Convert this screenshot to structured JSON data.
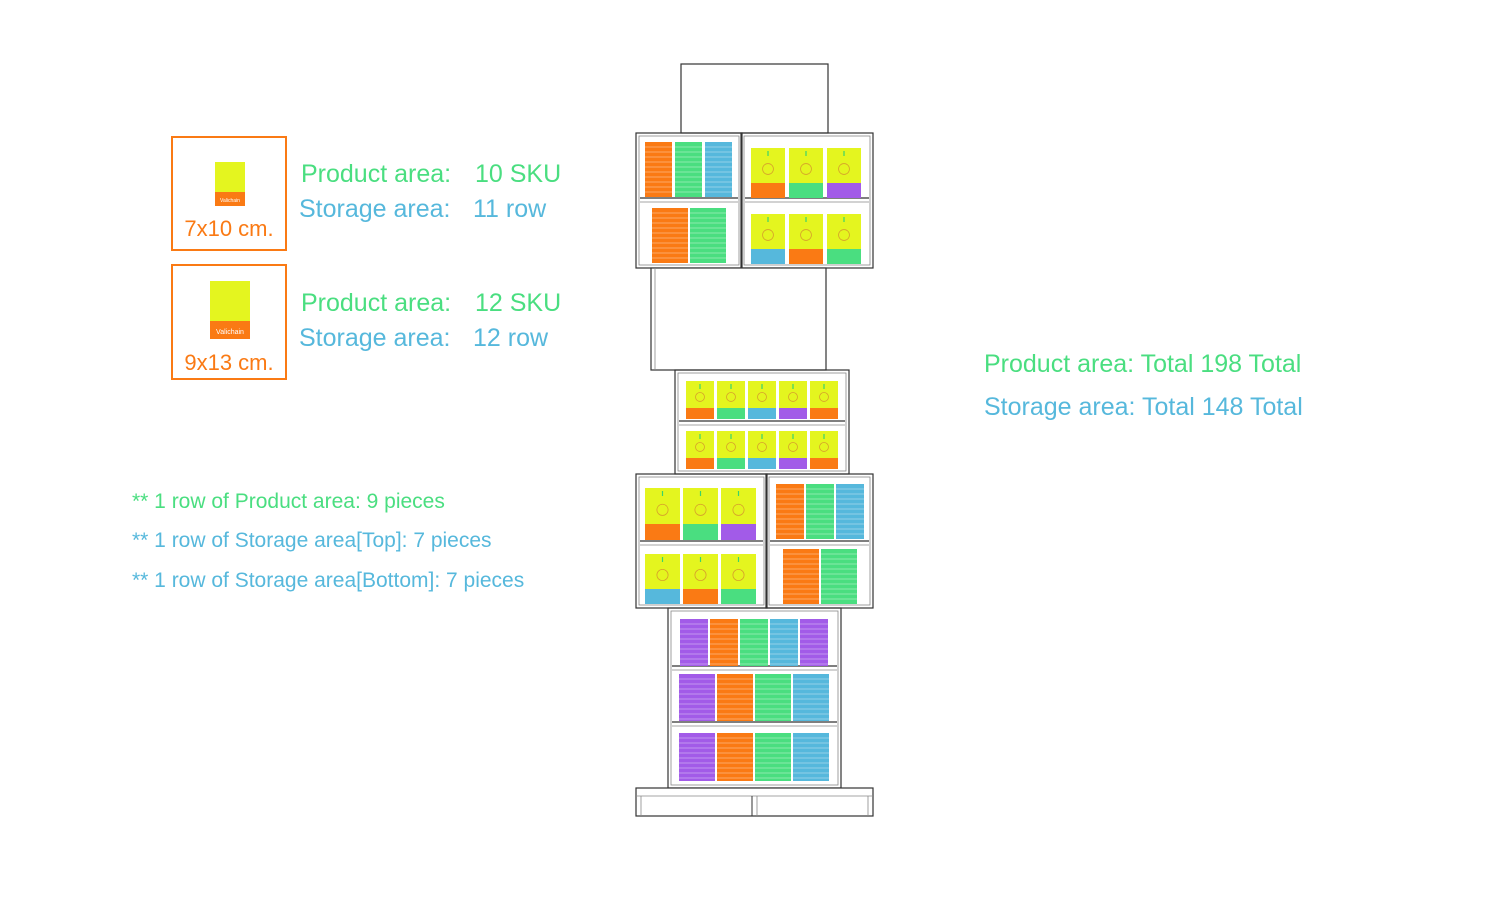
{
  "legend": {
    "small": {
      "size_label": "7x10 cm.",
      "product_label": "Product area:",
      "product_value": "10 SKU",
      "storage_label": "Storage area:",
      "storage_value": "11 row"
    },
    "large": {
      "size_label": "9x13 cm.",
      "product_label": "Product area:",
      "product_value": "12 SKU",
      "storage_label": "Storage area:",
      "storage_value": "12 row"
    }
  },
  "notes": [
    "** 1 row of Product area: 9 pieces",
    "** 1 row of Storage area[Top]: 7 pieces",
    "** 1 row of Storage area[Bottom]: 7 pieces"
  ],
  "totals": {
    "product": "Product area: Total 198 Total",
    "storage": "Storage area: Total 148 Total"
  },
  "package_brand": "Valichain",
  "colors": {
    "green": "#4ade80",
    "blue": "#56b8dc",
    "orange": "#fa7a14",
    "purple": "#a25be8",
    "yellow": "#e4f51f"
  }
}
